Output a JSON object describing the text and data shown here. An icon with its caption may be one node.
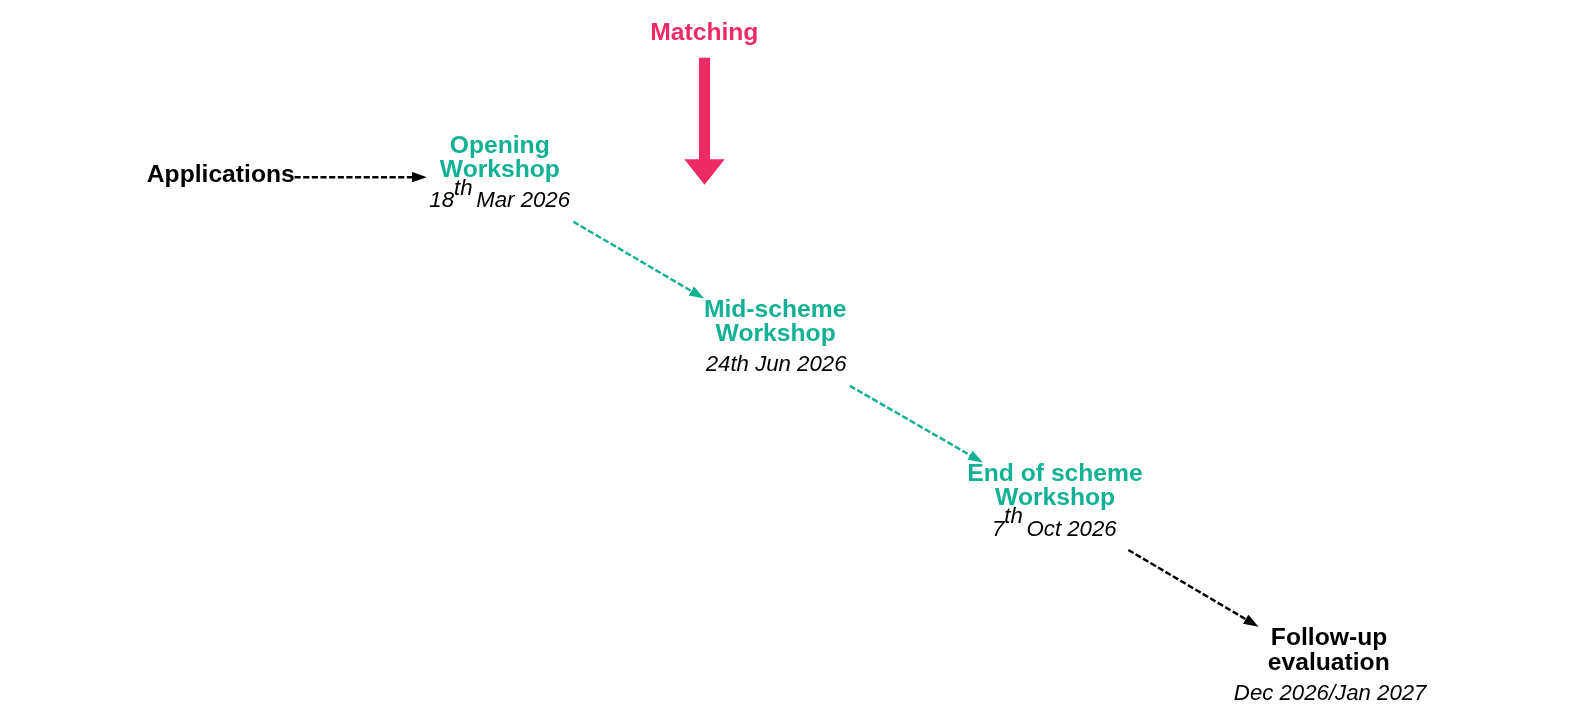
{
  "diagram": {
    "nodes": [
      {
        "text": [
          "Matching"
        ]
      },
      {
        "text": [
          "Applications"
        ]
      },
      {
        "text": [
          "Opening Workshop"
        ],
        "beside": [
          "18$^{th}$ Mar 2026"
        ]
      },
      {
        "text": [
          "Mid-scheme Workshop"
        ],
        "beside": [
          "24th Jun 2026"
        ]
      },
      {
        "text": [
          "End of scheme Workshop"
        ],
        "beside": [
          "7$^{th}$ Oct 2026"
        ]
      },
      {
        "text": [
          "Follow-up evaluation"
        ],
        "beside": [
          "Dec 2026/Jan 2027"
        ]
      }
    ],
    "edges": [
      {
        "from": 0,
        "to": null,
        "arrow": "to",
        "style": "thick",
        "color": "#ee2a64"
      },
      {
        "from": 1,
        "to": 2,
        "arrow": "to",
        "style": "dashed"
      },
      {
        "from": 2,
        "to": 3,
        "arrow": "to",
        "style": "dashed",
        "color": "#13b193"
      },
      {
        "from": 3,
        "to": 4,
        "arrow": "to",
        "style": "dashed",
        "color": "#13b193"
      },
      {
        "from": 4,
        "to": 5,
        "arrow": "to",
        "style": "dashed"
      }
    ]
  }
}
